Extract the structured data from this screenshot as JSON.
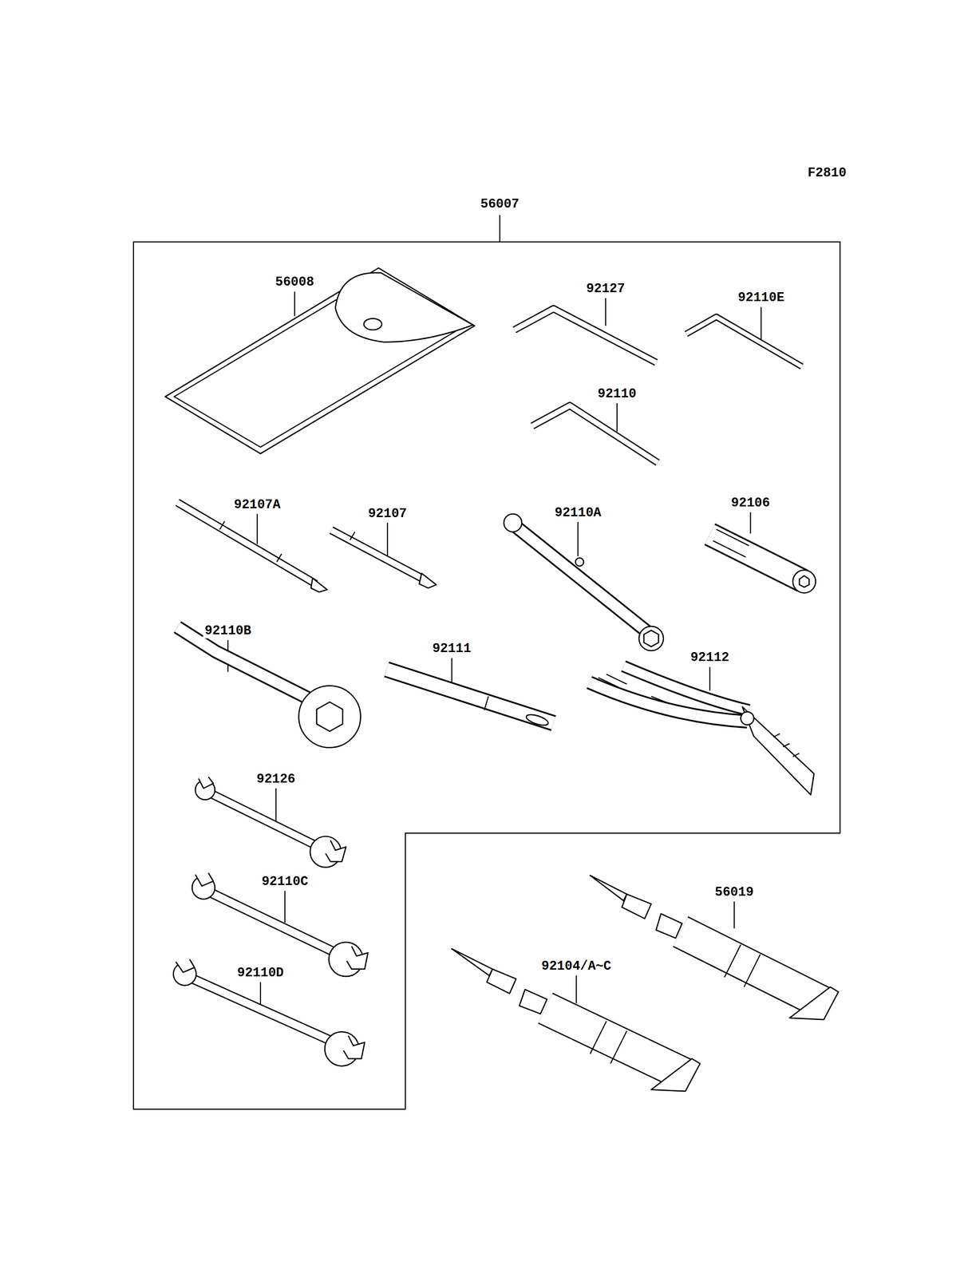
{
  "diagram": {
    "labels": [
      "F2810",
      "56007",
      "56008",
      "92127",
      "92110E",
      "92110",
      "92107A",
      "92107",
      "92110A",
      "92106",
      "92110B",
      "92111",
      "92112",
      "92126",
      "92110C",
      "92110D",
      "56019",
      "92104/A~C"
    ]
  }
}
